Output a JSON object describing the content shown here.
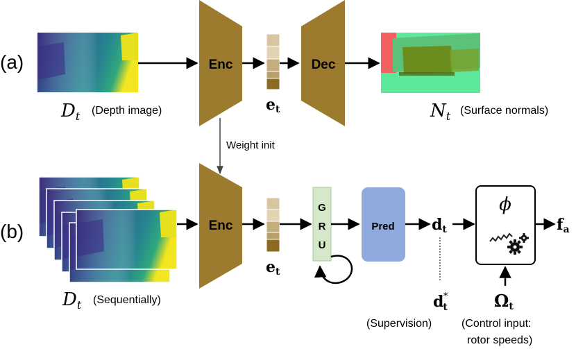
{
  "labels": {
    "row_a": "(a)",
    "row_b": "(b)",
    "enc": "Enc",
    "dec": "Dec",
    "gru_g": "G",
    "gru_r": "R",
    "gru_u": "U",
    "pred": "Pred",
    "weight_init": "Weight init",
    "depth_image": "(Depth image)",
    "surface_normals": "(Surface normals)",
    "sequentially": "(Sequentially)",
    "supervision": "(Supervision)",
    "control_input_1": "(Control input:",
    "control_input_2": "rotor speeds)"
  },
  "math": {
    "D": "D",
    "N": "N",
    "t_sub": "t",
    "e": "e",
    "d": "d",
    "star": "*",
    "phi": "ϕ",
    "f": "f",
    "a_sub": "a",
    "omega": "Ω"
  },
  "colors": {
    "encoder": "#9c7a2e",
    "latent_light": "#d8c6a0",
    "latent_mid": "#b9a069",
    "latent_dark": "#8c6a22",
    "gru_fill": "#d5e8c9",
    "gru_stroke": "#a9c79a",
    "pred_fill": "#8faadc",
    "depth_dark": "#3b2a7a",
    "depth_teal": "#2a9d8a",
    "depth_yellow": "#f3e51f",
    "normal_green": "#5ee89c",
    "normal_olive": "#6b8d1e",
    "normal_red": "#f26060"
  },
  "icons": [
    "spring-gear-icon"
  ]
}
